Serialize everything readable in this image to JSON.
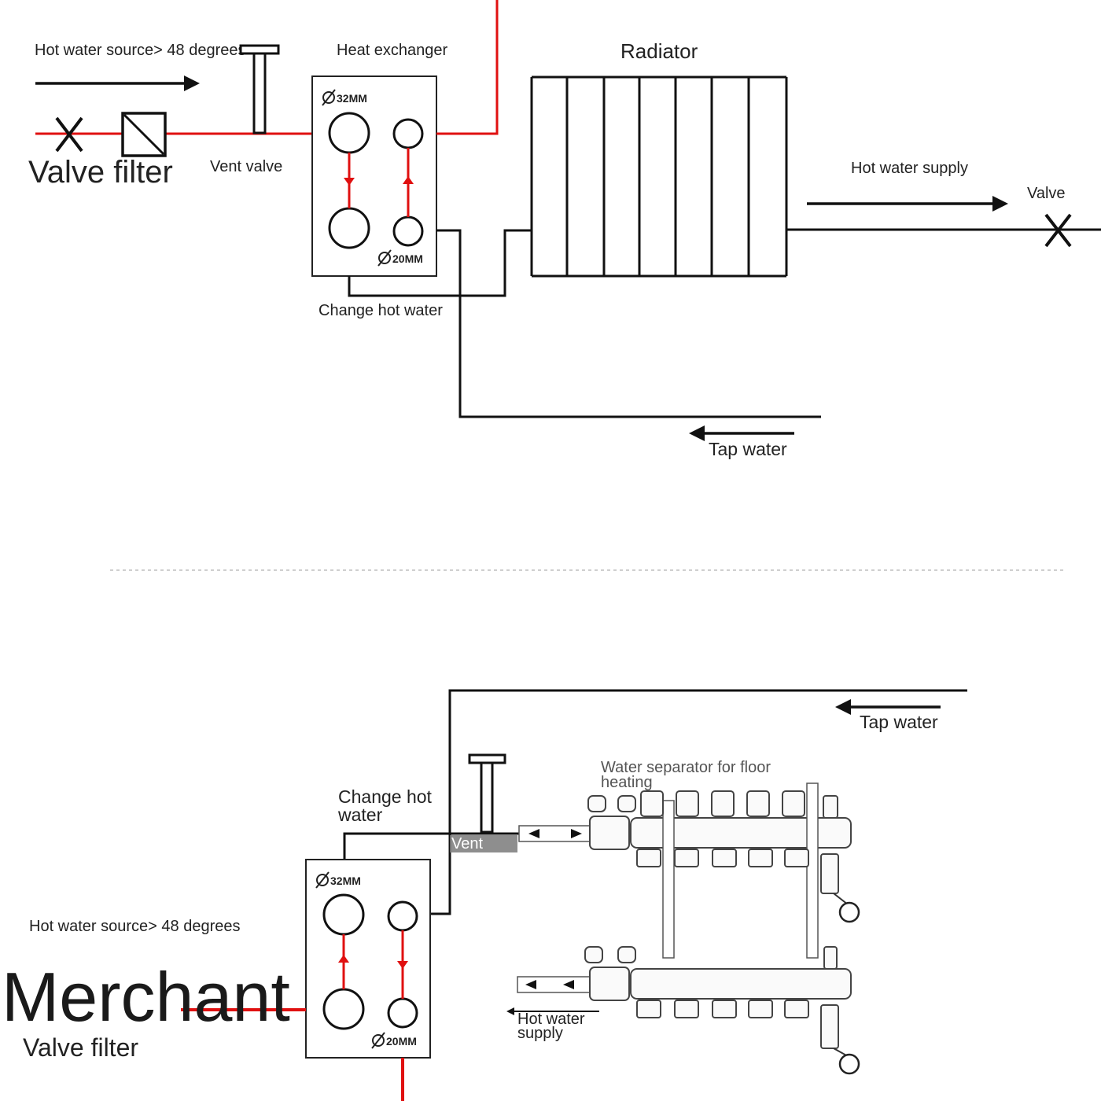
{
  "colors": {
    "hot_line": "#e01010",
    "cold_line": "#111111",
    "background": "#ffffff"
  },
  "top": {
    "hot_source": "Hot water source> 48 degrees",
    "heat_exchanger": "Heat exchanger",
    "radiator": "Radiator",
    "valve_filter": "Valve filter",
    "vent_valve": "Vent valve",
    "pipe_32": "32MM",
    "pipe_20": "20MM",
    "hot_supply": "Hot water supply",
    "valve": "Valve",
    "change_hot_water": "Change hot water",
    "tap_water": "Tap water"
  },
  "bottom": {
    "tap_water": "Tap water",
    "water_separator": [
      "Water separator for floor",
      "heating"
    ],
    "change_hot_water": [
      "Change hot",
      "water"
    ],
    "vent": "Vent",
    "pipe_32": "32MM",
    "pipe_20": "20MM",
    "hot_source": "Hot water source> 48 degrees",
    "merchant": "Merchant",
    "valve_filter": "Valve filter",
    "hot_supply": [
      "Hot water",
      "supply"
    ]
  },
  "icons": {
    "valve": "x-cross-icon",
    "filter": "diagonal-box-icon",
    "vent": "t-valve-icon",
    "flow": "arrow-icon"
  }
}
